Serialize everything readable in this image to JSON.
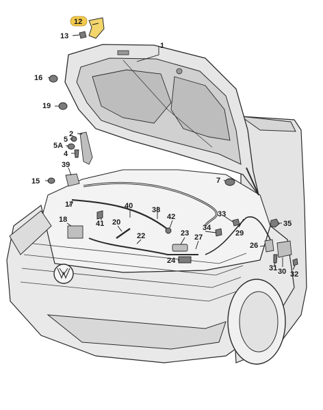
{
  "diagram": {
    "colors": {
      "panel_light": "#e8e8e8",
      "panel_mid": "#d2d2d2",
      "panel_dark": "#b5b5b5",
      "line": "#2a2a2a",
      "highlight_badge": "#f2c94c",
      "highlight_part": "#f2d56b"
    },
    "labels": {
      "l1": "1",
      "l2": "2",
      "l4": "4",
      "l5": "5",
      "l5a": "5A",
      "l7": "7",
      "l12": "12",
      "l13": "13",
      "l15": "15",
      "l16": "16",
      "l17": "17",
      "l18": "18",
      "l19": "19",
      "l20": "20",
      "l22": "22",
      "l23": "23",
      "l24": "24",
      "l26": "26",
      "l27": "27",
      "l29": "29",
      "l30": "30",
      "l31": "31",
      "l32": "32",
      "l33": "33",
      "l34": "34",
      "l35": "35",
      "l38": "38",
      "l39": "39",
      "l40": "40",
      "l41": "41",
      "l42": "42"
    }
  }
}
